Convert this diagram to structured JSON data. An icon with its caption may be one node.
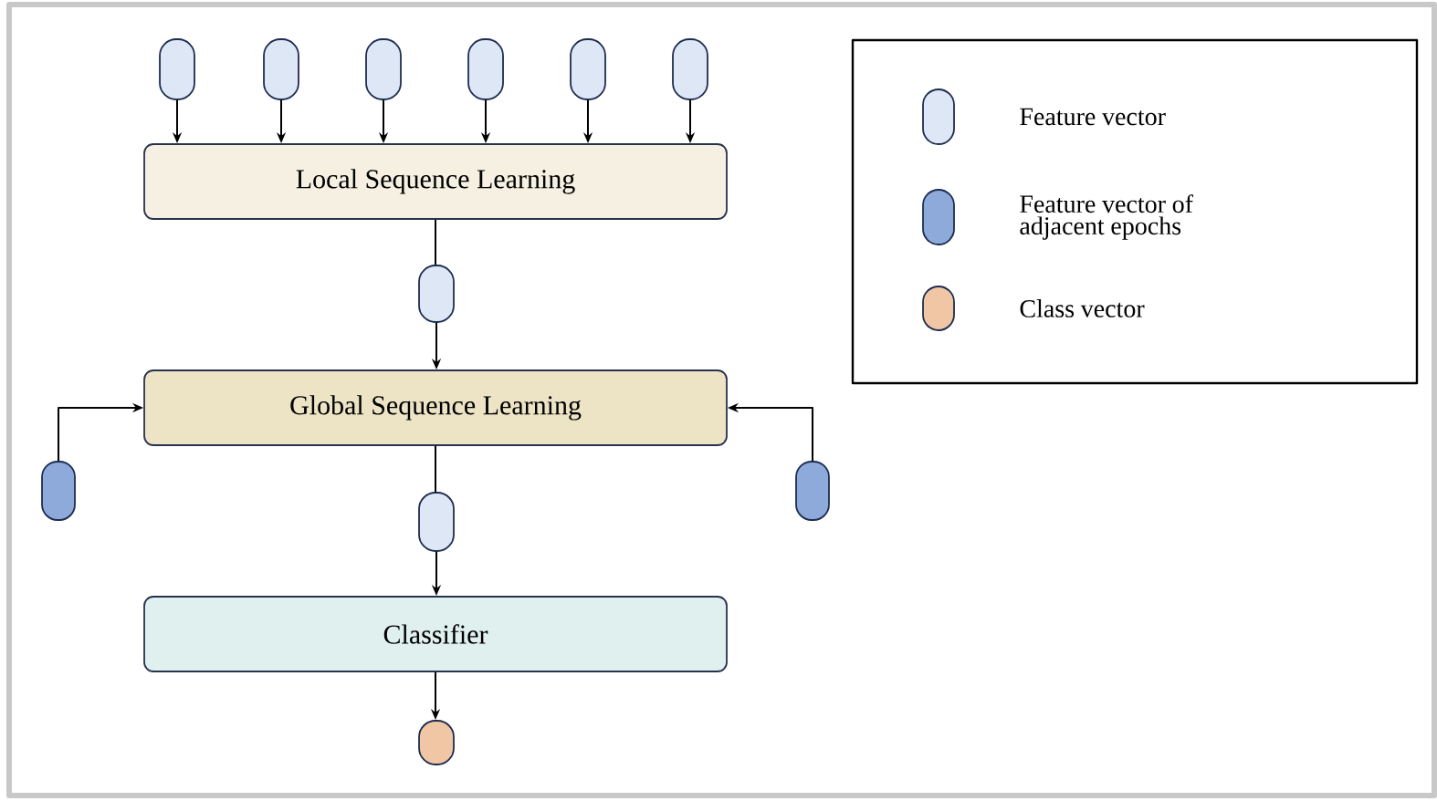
{
  "diagram": {
    "nodes": [
      {
        "text": [],
        "shape": "capsule"
      },
      {
        "text": [],
        "shape": "capsule"
      },
      {
        "text": [],
        "shape": "capsule"
      },
      {
        "text": [],
        "shape": "capsule"
      },
      {
        "text": [],
        "shape": "capsule"
      },
      {
        "text": [],
        "shape": "capsule"
      },
      {
        "text": [
          "Local Sequence Learning"
        ]
      },
      {
        "text": [],
        "shape": "capsule"
      },
      {
        "text": [
          "Global Sequence Learning"
        ]
      },
      {
        "text": [],
        "shape": "capsule"
      },
      {
        "text": [],
        "shape": "capsule"
      },
      {
        "text": [],
        "shape": "capsule"
      },
      {
        "text": [
          "Classifier"
        ]
      },
      {
        "text": [],
        "shape": "capsule"
      }
    ],
    "edges": [
      {
        "from": 0,
        "to": 6,
        "arrow": "to"
      },
      {
        "from": 1,
        "to": 6,
        "arrow": "to"
      },
      {
        "from": 2,
        "to": 6,
        "arrow": "to"
      },
      {
        "from": 3,
        "to": 6,
        "arrow": "to"
      },
      {
        "from": 4,
        "to": 6,
        "arrow": "to"
      },
      {
        "from": 5,
        "to": 6,
        "arrow": "to"
      },
      {
        "from": 6,
        "to": 7,
        "arrow": "none"
      },
      {
        "from": 7,
        "to": 8,
        "arrow": "to"
      },
      {
        "from": 9,
        "to": 8,
        "arrow": "to"
      },
      {
        "from": 10,
        "to": 8,
        "arrow": "to"
      },
      {
        "from": 8,
        "to": 11,
        "arrow": "none"
      },
      {
        "from": 11,
        "to": 12,
        "arrow": "to"
      },
      {
        "from": 12,
        "to": 13,
        "arrow": "to"
      }
    ],
    "legend": [
      {
        "text": "Feature vector",
        "color": "#dee7f5"
      },
      {
        "text": "Feature vector of adjacent epochs",
        "color": "#8eaadb"
      },
      {
        "text": "Class vector",
        "color": "#f0c6a4"
      }
    ]
  }
}
